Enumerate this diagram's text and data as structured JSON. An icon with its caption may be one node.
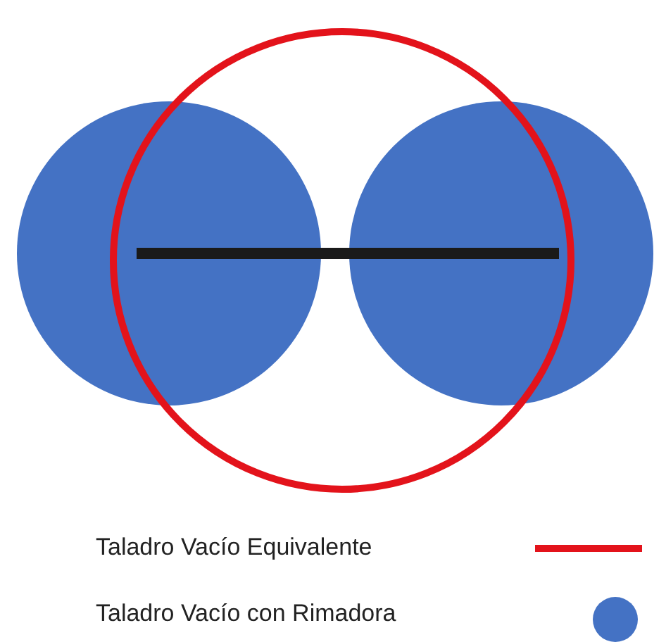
{
  "diagram": {
    "nodes": [
      {
        "text": [],
        "shape": "circle"
      },
      {
        "text": [],
        "shape": "circle"
      },
      {
        "text": [],
        "shape": "circle"
      }
    ],
    "legend": [
      {
        "text": "Taladro Vacío Equivalente"
      },
      {
        "text": "Taladro Vacío con Rimadora"
      }
    ]
  }
}
